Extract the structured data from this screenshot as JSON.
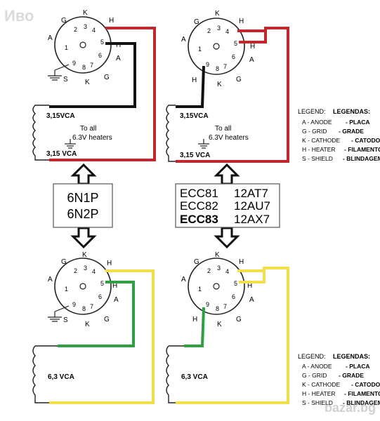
{
  "watermark": "Иво",
  "corner_mark": "bazar.bg",
  "pin_labels": {
    "tl": [
      "H",
      "K",
      "G",
      "A",
      "1",
      "2",
      "3",
      "4",
      "5",
      "9",
      "8",
      "7",
      "6",
      "S",
      "K",
      "G",
      "A",
      "H"
    ],
    "top_chars": {
      "h": "H",
      "k": "K",
      "g": "G",
      "a": "A",
      "s": "S"
    }
  },
  "top_left": {
    "vca_upper": "3,15VCA",
    "vca_lower": "3,15 VCA",
    "note": "To all 6.3V heaters"
  },
  "top_right": {
    "vca_upper": "3,15VCA",
    "vca_lower": "3,15 VCA",
    "note": "To all 6.3V heaters"
  },
  "bottom_left": {
    "vca": "6,3 VCA"
  },
  "bottom_right": {
    "vca": "6,3 VCA"
  },
  "left_box": {
    "line1": "6N1P",
    "line2": "6N2P"
  },
  "right_box": {
    "rows": [
      {
        "a": "ECC81",
        "b": "12AT7"
      },
      {
        "a": "ECC82",
        "b": "12AU7"
      },
      {
        "a": "ECC83",
        "b": "12AX7"
      }
    ]
  },
  "legend": {
    "title_en": "LEGEND:",
    "title_pt": "LEGENDAS:",
    "items": [
      {
        "en": "A - ANODE",
        "pt": "PLACA"
      },
      {
        "en": "G - GRID",
        "pt": "GRADE"
      },
      {
        "en": "K - CATHODE",
        "pt": "CATODO"
      },
      {
        "en": "H - HEATER",
        "pt": "FILAMENTO"
      },
      {
        "en": "S - SHIELD",
        "pt": "BLINDAGEM"
      }
    ]
  },
  "colors": {
    "red": "#c0282d",
    "black": "#111111",
    "green": "#2ea043",
    "yellow": "#f1e04a"
  }
}
